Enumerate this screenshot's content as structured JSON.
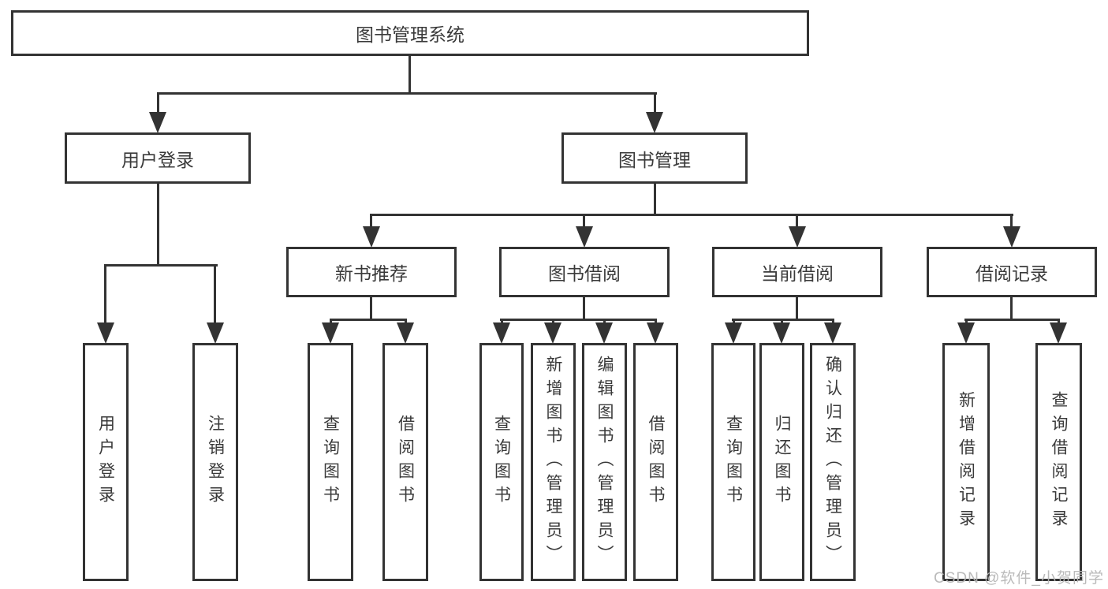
{
  "nodes": {
    "root": "图书管理系统",
    "level2": [
      "用户登录",
      "图书管理"
    ],
    "level3": [
      "新书推荐",
      "图书借阅",
      "当前借阅",
      "借阅记录"
    ],
    "leaves": [
      "用户登录",
      "注销登录",
      "查询图书",
      "借阅图书",
      "查询图书",
      "新增图书（管理员）",
      "编辑图书（管理员）",
      "借阅图书",
      "查询图书",
      "归还图书",
      "确认归还（管理员）",
      "新增借阅记录",
      "查询借阅记录"
    ]
  },
  "hierarchy": {
    "图书管理系统": [
      "用户登录",
      "图书管理"
    ],
    "用户登录": [
      "用户登录",
      "注销登录"
    ],
    "图书管理": [
      "新书推荐",
      "图书借阅",
      "当前借阅",
      "借阅记录"
    ],
    "新书推荐": [
      "查询图书",
      "借阅图书"
    ],
    "图书借阅": [
      "查询图书",
      "新增图书（管理员）",
      "编辑图书（管理员）",
      "借阅图书"
    ],
    "当前借阅": [
      "查询图书",
      "归还图书",
      "确认归还（管理员）"
    ],
    "借阅记录": [
      "新增借阅记录",
      "查询借阅记录"
    ]
  },
  "watermark": "CSDN @软件_小贺同学",
  "colors": {
    "line": "#333333",
    "text": "#3a3a3a",
    "background": "#ffffff",
    "watermark": "#b6b6b6"
  }
}
